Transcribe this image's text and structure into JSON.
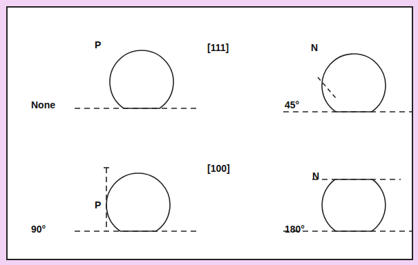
{
  "diagram": {
    "labels": [
      "P",
      "[111]",
      "N",
      "None",
      "45°",
      "P",
      "[100]",
      "N",
      "90°",
      "180°"
    ]
  }
}
